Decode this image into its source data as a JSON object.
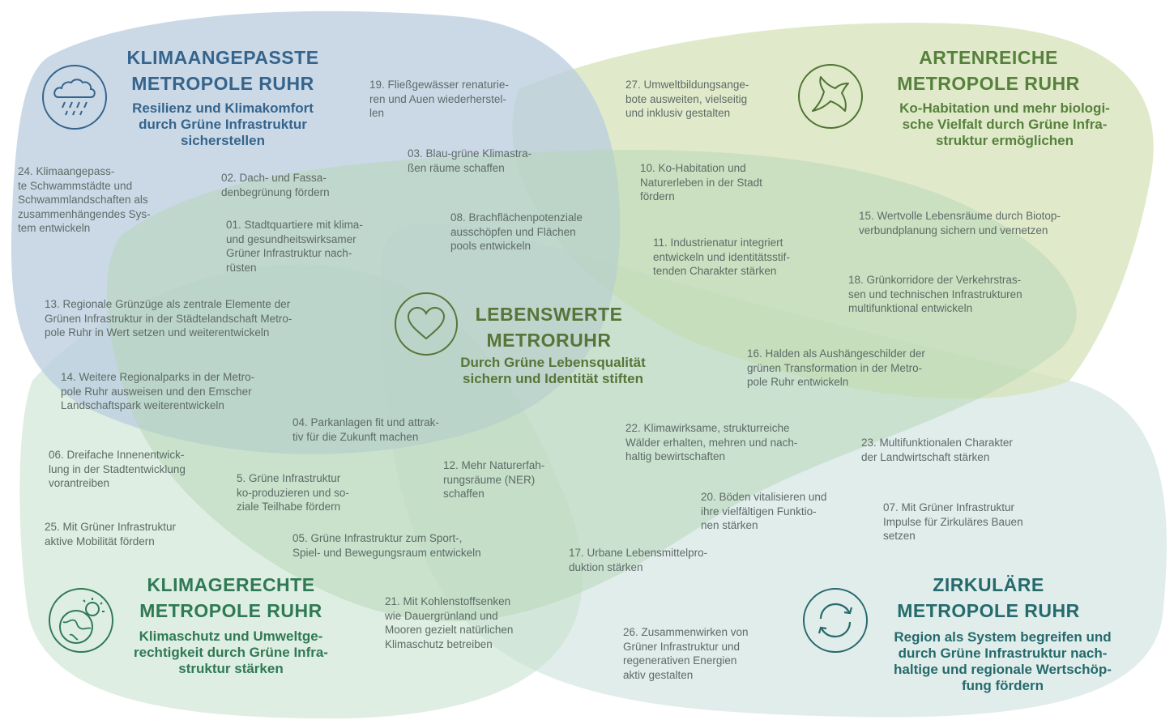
{
  "colors": {
    "blue_zone": "#b9ccdf",
    "green_zone": "#d6e3b8",
    "center_zone": "#b5d6b5",
    "teal_zone": "#c9dedb",
    "lower_green_zone": "#c8e2cf",
    "blue_text": "#35648c",
    "green_text": "#56803c",
    "darkgreen_text": "#2f7a54",
    "teal_text": "#256a6c",
    "item_text": "#5d6a66"
  },
  "zones": {
    "top_left": {
      "icon": "rain-cloud-icon",
      "title_line1": "KLIMAANGEPASSTE",
      "title_line2": "METROPOLE RUHR",
      "sub_line1": "Resilienz und Klimakomfort",
      "sub_line2": "durch Grüne Infrastruktur",
      "sub_line3": "sicherstellen"
    },
    "top_right": {
      "icon": "bird-icon",
      "title_line1": "ARTENREICHE",
      "title_line2": "METROPOLE RUHR",
      "sub_line1": "Ko-Habitation und mehr biologi-",
      "sub_line2": "sche Vielfalt durch Grüne Infra-",
      "sub_line3": "struktur ermöglichen"
    },
    "center": {
      "icon": "heart-icon",
      "title_line1": "LEBENSWERTE",
      "title_line2": "METRORUHR",
      "sub_line1": "Durch Grüne Lebensqualität",
      "sub_line2": "sichern und Identität stiften"
    },
    "bottom_left": {
      "icon": "globe-sun-icon",
      "title_line1": "KLIMAGERECHTE",
      "title_line2": "METROPOLE RUHR",
      "sub_line1": "Klimaschutz und Umweltge-",
      "sub_line2": "rechtigkeit durch Grüne Infra-",
      "sub_line3": "struktur stärken"
    },
    "bottom_right": {
      "icon": "recycle-arrows-icon",
      "title_line1": "ZIRKULÄRE",
      "title_line2": "METROPOLE RUHR",
      "sub_line1": "Region als System begreifen und",
      "sub_line2": "durch Grüne Infrastruktur nach-",
      "sub_line3": "haltige und regionale Wertschöp-",
      "sub_line4": "fung fördern"
    }
  },
  "items": {
    "i19": "19. Fließgewässer renaturie-\nren und Auen wiederherstel-\nlen",
    "i27": "27. Umweltbildungsange-\nbote ausweiten, vielseitig\nund inklusiv gestalten",
    "i24": "24. Klimaangepass-\nte Schwammstädte und\nSchwammlandschaften als\nzusammenhängendes Sys-\ntem entwickeln",
    "i03": "03. Blau-grüne Klimastra-\nßen räume schaffen",
    "i02": "02. Dach- und Fassa-\ndenbegrünung fördern",
    "i10": "10. Ko-Habitation und\nNaturerleben in der Stadt\nfördern",
    "i15": "15. Wertvolle Lebensräume durch Biotop-\nverbundplanung sichern und vernetzen",
    "i01": "01. Stadtquartiere mit klima-\nund gesundheitswirksamer\nGrüner Infrastruktur nach-\nrüsten",
    "i08": "08. Brachflächenpotenziale\nausschöpfen und Flächen\npools entwickeln",
    "i11": "11. Industrienatur integriert\nentwickeln und identitätsstif-\ntenden Charakter stärken",
    "i18": "18. Grünkorridore der Verkehrstras-\nsen und technischen Infrastrukturen\nmultifunktional entwickeln",
    "i13": "13. Regionale Grünzüge als zentrale Elemente der\nGrünen Infrastruktur in der Städtelandschaft Metro-\npole Ruhr in Wert setzen und weiterentwickeln",
    "i16": "16. Halden als Aushängeschilder der\ngrünen Transformation in der Metro-\npole Ruhr entwickeln",
    "i14": "14. Weitere Regionalparks in der Metro-\npole Ruhr ausweisen und den Emscher\nLandschaftspark weiterentwickeln",
    "i04": "04. Parkanlagen fit und attrak-\ntiv für die Zukunft machen",
    "i22": "22. Klimawirksame, strukturreiche\nWälder erhalten, mehren und nach-\nhaltig bewirtschaften",
    "i23": "23. Multifunktionalen Charakter\nder Landwirtschaft stärken",
    "i06": "06. Dreifache Innenentwick-\nlung in der Stadtentwicklung\nvorantreiben",
    "i12": "12. Mehr Naturerfah-\nrungsräume (NER)\nschaffen",
    "i05b": "5. Grüne Infrastruktur\nko-produzieren und so-\nziale Teilhabe fördern",
    "i20": "20. Böden vitalisieren und\nihre vielfältigen Funktio-\nnen stärken",
    "i07": "07. Mit Grüner Infrastruktur\nImpulse für Zirkuläres Bauen\nsetzen",
    "i25": "25. Mit Grüner Infrastruktur\naktive Mobilität fördern",
    "i05": "05. Grüne Infrastruktur zum Sport-,\nSpiel- und Bewegungsraum entwickeln",
    "i17": "17. Urbane Lebensmittelpro-\nduktion stärken",
    "i21": "21. Mit Kohlenstoffsenken\nwie Dauergrünland und\nMooren gezielt natürlichen\nKlimaschutz betreiben",
    "i26": "26. Zusammenwirken von\nGrüner Infrastruktur und\nregenerativen Energien\naktiv gestalten"
  }
}
